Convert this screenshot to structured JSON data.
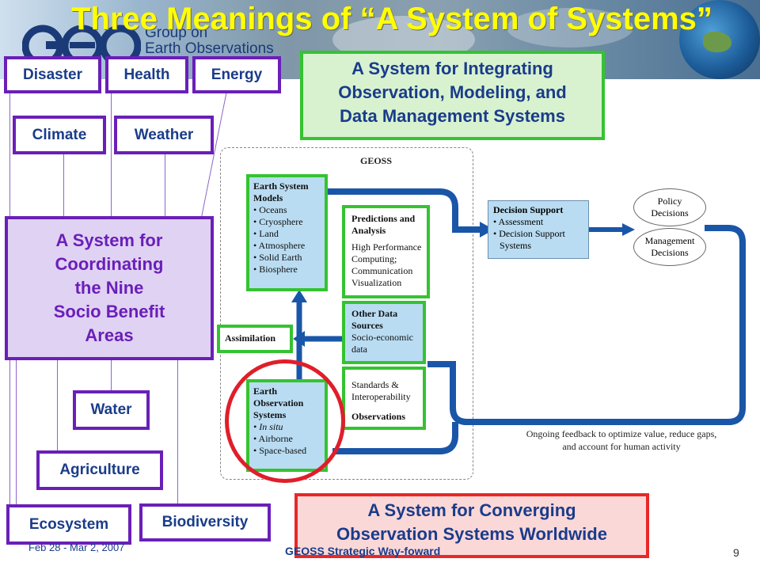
{
  "slide": {
    "title": "Three Meanings of “A System of Systems”",
    "logo_line1": "Group on",
    "logo_line2": "Earth Observations",
    "page_number": "9"
  },
  "benefit_areas": {
    "disaster": "Disaster",
    "health": "Health",
    "energy": "Energy",
    "climate": "Climate",
    "weather": "Weather",
    "water": "Water",
    "agriculture": "Agriculture",
    "ecosystem": "Ecosystem",
    "biodiversity": "Biodiversity"
  },
  "callouts": {
    "coordinating": [
      "A System for",
      "Coordinating",
      "the Nine",
      "Socio Benefit",
      "Areas"
    ],
    "integrating": [
      "A System for Integrating",
      "Observation, Modeling, and",
      "Data Management Systems"
    ],
    "converging": [
      "A System for Converging",
      "Observation Systems Worldwide"
    ]
  },
  "diagram": {
    "frame_label": "GEOSS",
    "models": {
      "heading": [
        "Earth System",
        "Models"
      ],
      "items": [
        "• Oceans",
        "• Cryosphere",
        "• Land",
        "• Atmosphere",
        "• Solid Earth",
        "• Biosphere"
      ]
    },
    "predictions": {
      "heading": [
        "Predictions and",
        "Analysis"
      ],
      "items": [
        "High Performance",
        "Computing;",
        "Communication",
        "Visualization"
      ]
    },
    "other_data": {
      "heading": [
        "Other Data",
        "Sources"
      ],
      "items": [
        "Socio-economic",
        "data"
      ]
    },
    "standards": {
      "lines": [
        "Standards &",
        "Interoperability"
      ],
      "footer": "Observations"
    },
    "assimilation": "Assimilation",
    "observation": {
      "heading": [
        "Earth",
        "Observation",
        "Systems"
      ],
      "items": [
        "• In situ",
        "• Airborne",
        "• Space-based"
      ]
    },
    "decision_support": {
      "heading": "Decision Support",
      "items": [
        "• Assessment",
        "• Decision Support",
        "  Systems"
      ]
    },
    "policy": [
      "Policy",
      "Decisions"
    ],
    "management": [
      "Management",
      "Decisions"
    ],
    "feedback": [
      "Ongoing feedback to optimize value, reduce gaps,",
      "and account for human activity"
    ]
  },
  "footer": {
    "date": "Feb 28 - Mar 2, 2007",
    "center": "GEOSS Strategic Way-foward"
  },
  "colors": {
    "title": "#ffff00",
    "sba_border": "#6a1fb8",
    "green_border": "#35c331",
    "red_border": "#e82828",
    "arrow_blue": "#1a56a8"
  }
}
